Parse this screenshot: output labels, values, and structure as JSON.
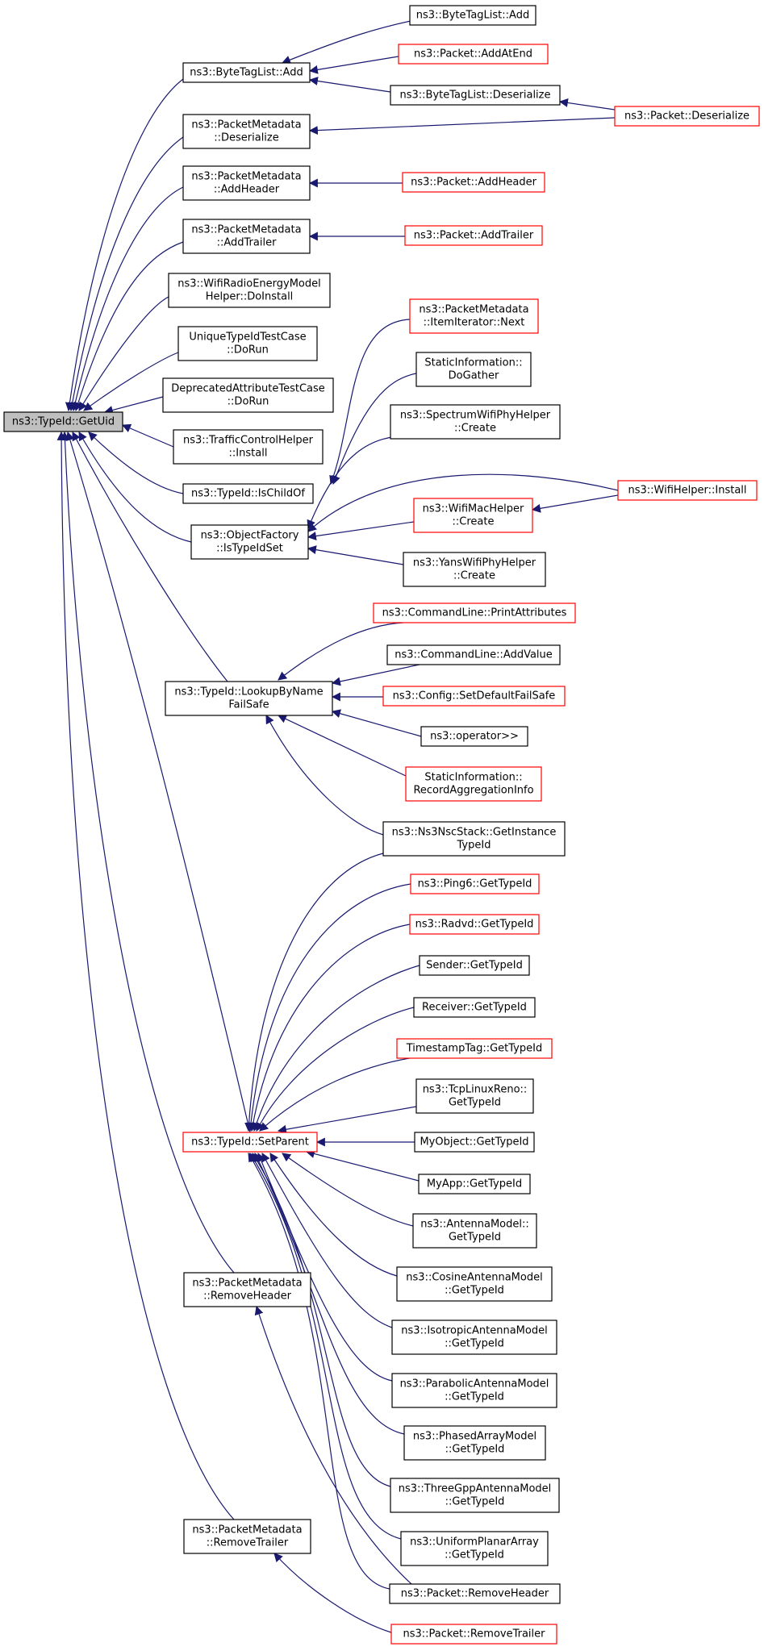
{
  "colors": {
    "edge": "#191970",
    "node_border_black": "#000000",
    "node_border_red": "#ff0000",
    "focus_fill": "#bfbfbf",
    "node_fill": "#ffffff"
  },
  "nodes": [
    {
      "id": "root",
      "lines": [
        "ns3::TypeId::GetUid"
      ],
      "border": "black",
      "focus": true
    },
    {
      "id": "btl_add",
      "lines": [
        "ns3::ByteTagList::Add"
      ],
      "border": "black"
    },
    {
      "id": "btl_add2",
      "lines": [
        "ns3::ByteTagList::Add"
      ],
      "border": "black"
    },
    {
      "id": "pkt_addatend",
      "lines": [
        "ns3::Packet::AddAtEnd"
      ],
      "border": "red"
    },
    {
      "id": "btl_deser",
      "lines": [
        "ns3::ByteTagList::Deserialize"
      ],
      "border": "black"
    },
    {
      "id": "pkt_deser",
      "lines": [
        "ns3::Packet::Deserialize"
      ],
      "border": "red"
    },
    {
      "id": "pm_deser",
      "lines": [
        "ns3::PacketMetadata",
        "::Deserialize"
      ],
      "border": "black"
    },
    {
      "id": "pm_addheader",
      "lines": [
        "ns3::PacketMetadata",
        "::AddHeader"
      ],
      "border": "black"
    },
    {
      "id": "pkt_addheader",
      "lines": [
        "ns3::Packet::AddHeader"
      ],
      "border": "red"
    },
    {
      "id": "pm_addtrailer",
      "lines": [
        "ns3::PacketMetadata",
        "::AddTrailer"
      ],
      "border": "black"
    },
    {
      "id": "pkt_addtrailer",
      "lines": [
        "ns3::Packet::AddTrailer"
      ],
      "border": "red"
    },
    {
      "id": "wifi_energy",
      "lines": [
        "ns3::WifiRadioEnergyModel",
        "Helper::DoInstall"
      ],
      "border": "black"
    },
    {
      "id": "unique_typeid",
      "lines": [
        "UniqueTypeIdTestCase",
        "::DoRun"
      ],
      "border": "black"
    },
    {
      "id": "deprecated_attr",
      "lines": [
        "DeprecatedAttributeTestCase",
        "::DoRun"
      ],
      "border": "black"
    },
    {
      "id": "tch_install",
      "lines": [
        "ns3::TrafficControlHelper",
        "::Install"
      ],
      "border": "black"
    },
    {
      "id": "is_child_of",
      "lines": [
        "ns3::TypeId::IsChildOf"
      ],
      "border": "black"
    },
    {
      "id": "pm_itemiter",
      "lines": [
        "ns3::PacketMetadata",
        "::ItemIterator::Next"
      ],
      "border": "red"
    },
    {
      "id": "static_dogather",
      "lines": [
        "StaticInformation::",
        "DoGather"
      ],
      "border": "black"
    },
    {
      "id": "spectrum_create",
      "lines": [
        "ns3::SpectrumWifiPhyHelper",
        "::Create"
      ],
      "border": "black"
    },
    {
      "id": "of_istypeidset",
      "lines": [
        "ns3::ObjectFactory",
        "::IsTypeIdSet"
      ],
      "border": "black"
    },
    {
      "id": "wifimac_create",
      "lines": [
        "ns3::WifiMacHelper",
        "::Create"
      ],
      "border": "red"
    },
    {
      "id": "wifihelper_install",
      "lines": [
        "ns3::WifiHelper::Install"
      ],
      "border": "red"
    },
    {
      "id": "yans_create",
      "lines": [
        "ns3::YansWifiPhyHelper",
        "::Create"
      ],
      "border": "black"
    },
    {
      "id": "lookup_failsafe",
      "lines": [
        "ns3::TypeId::LookupByName",
        "FailSafe"
      ],
      "border": "black"
    },
    {
      "id": "cl_printattr",
      "lines": [
        "ns3::CommandLine::PrintAttributes"
      ],
      "border": "red"
    },
    {
      "id": "cl_addvalue",
      "lines": [
        "ns3::CommandLine::AddValue"
      ],
      "border": "black"
    },
    {
      "id": "cfg_setdefault",
      "lines": [
        "ns3::Config::SetDefaultFailSafe"
      ],
      "border": "red"
    },
    {
      "id": "op_shift",
      "lines": [
        "ns3::operator>>"
      ],
      "border": "black"
    },
    {
      "id": "static_recordagg",
      "lines": [
        "StaticInformation::",
        "RecordAggregationInfo"
      ],
      "border": "red"
    },
    {
      "id": "nsc_getinstance",
      "lines": [
        "ns3::Ns3NscStack::GetInstance",
        "TypeId"
      ],
      "border": "black"
    },
    {
      "id": "ping6",
      "lines": [
        "ns3::Ping6::GetTypeId"
      ],
      "border": "red"
    },
    {
      "id": "radvd",
      "lines": [
        "ns3::Radvd::GetTypeId"
      ],
      "border": "red"
    },
    {
      "id": "sender",
      "lines": [
        "Sender::GetTypeId"
      ],
      "border": "black"
    },
    {
      "id": "receiver",
      "lines": [
        "Receiver::GetTypeId"
      ],
      "border": "black"
    },
    {
      "id": "timestamptag",
      "lines": [
        "TimestampTag::GetTypeId"
      ],
      "border": "red"
    },
    {
      "id": "tcplinuxreno",
      "lines": [
        "ns3::TcpLinuxReno::",
        "GetTypeId"
      ],
      "border": "black"
    },
    {
      "id": "set_parent",
      "lines": [
        "ns3::TypeId::SetParent"
      ],
      "border": "red"
    },
    {
      "id": "myobject",
      "lines": [
        "MyObject::GetTypeId"
      ],
      "border": "black"
    },
    {
      "id": "myapp",
      "lines": [
        "MyApp::GetTypeId"
      ],
      "border": "black"
    },
    {
      "id": "antenna",
      "lines": [
        "ns3::AntennaModel::",
        "GetTypeId"
      ],
      "border": "black"
    },
    {
      "id": "cosine",
      "lines": [
        "ns3::CosineAntennaModel",
        "::GetTypeId"
      ],
      "border": "black"
    },
    {
      "id": "pm_removeheader",
      "lines": [
        "ns3::PacketMetadata",
        "::RemoveHeader"
      ],
      "border": "black"
    },
    {
      "id": "isotropic",
      "lines": [
        "ns3::IsotropicAntennaModel",
        "::GetTypeId"
      ],
      "border": "black"
    },
    {
      "id": "parabolic",
      "lines": [
        "ns3::ParabolicAntennaModel",
        "::GetTypeId"
      ],
      "border": "black"
    },
    {
      "id": "phased",
      "lines": [
        "ns3::PhasedArrayModel",
        "::GetTypeId"
      ],
      "border": "black"
    },
    {
      "id": "threegpp",
      "lines": [
        "ns3::ThreeGppAntennaModel",
        "::GetTypeId"
      ],
      "border": "black"
    },
    {
      "id": "uniformplanar",
      "lines": [
        "ns3::UniformPlanarArray",
        "::GetTypeId"
      ],
      "border": "black"
    },
    {
      "id": "pm_removetrailer",
      "lines": [
        "ns3::PacketMetadata",
        "::RemoveTrailer"
      ],
      "border": "black"
    },
    {
      "id": "pkt_removeheader",
      "lines": [
        "ns3::Packet::RemoveHeader"
      ],
      "border": "black"
    },
    {
      "id": "pkt_removetrailer",
      "lines": [
        "ns3::Packet::RemoveTrailer"
      ],
      "border": "red"
    }
  ]
}
